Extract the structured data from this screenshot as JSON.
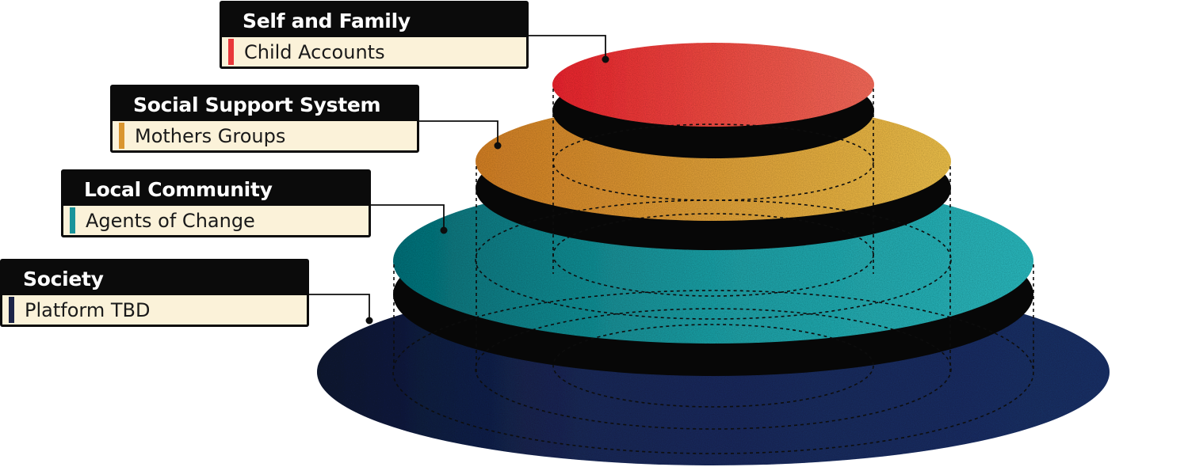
{
  "layers": [
    {
      "title": "Self and Family",
      "subtitle": "Child Accounts",
      "color": "#e8383a",
      "color_light": "#f36a5a"
    },
    {
      "title": "Social Support System",
      "subtitle": "Mothers Groups",
      "color": "#d7892a",
      "color_light": "#e9bd4a"
    },
    {
      "title": "Local Community",
      "subtitle": "Agents of Change",
      "color": "#137f86",
      "color_light": "#2cb6bb"
    },
    {
      "title": "Society",
      "subtitle": "Platform TBD",
      "color": "#181f3d",
      "color_light": "#1f3166"
    }
  ]
}
